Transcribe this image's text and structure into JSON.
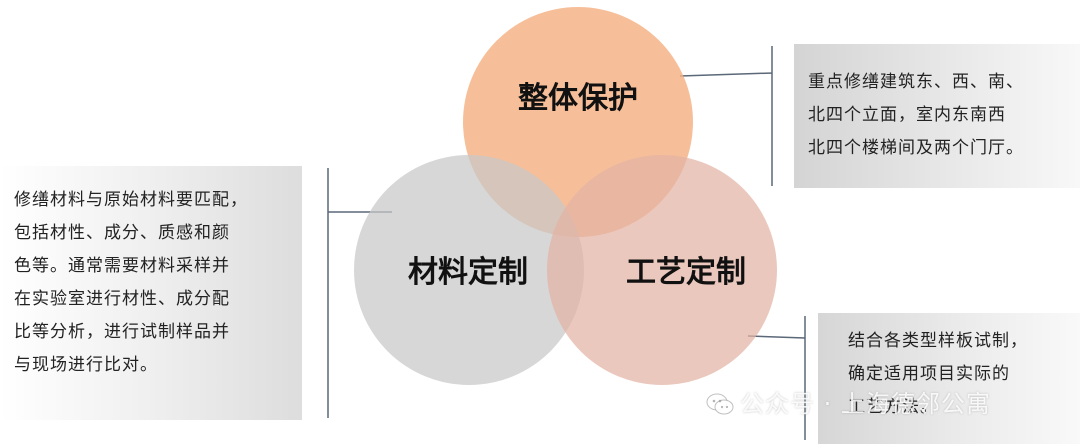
{
  "circles": {
    "top": {
      "label": "整体保护",
      "color": "#f4b183"
    },
    "left": {
      "label": "材料定制",
      "color": "#c8c8c8"
    },
    "right": {
      "label": "工艺定制",
      "color": "#e3b3a3"
    }
  },
  "notes": {
    "top": {
      "lines": [
        "重点修缮建筑东、西、南、",
        "北四个立面，室内东南西",
        "北四个楼梯间及两个门厅。"
      ]
    },
    "left": {
      "lines": [
        "修缮材料与原始材料要匹配，",
        "包括材性、成分、质感和颜",
        "色等。通常需要材料采样并",
        "在实验室进行材性、成分配",
        "比等分析，进行试制样品并",
        "与现场进行比对。"
      ]
    },
    "bottom": {
      "lines": [
        "结合各类型样板试制，",
        "确定适用项目实际的",
        "工艺方法。"
      ]
    }
  },
  "watermark": {
    "text": "公众号 · 上海德邻公寓"
  },
  "colors": {
    "connector": "#5a6878",
    "text": "#222222"
  }
}
